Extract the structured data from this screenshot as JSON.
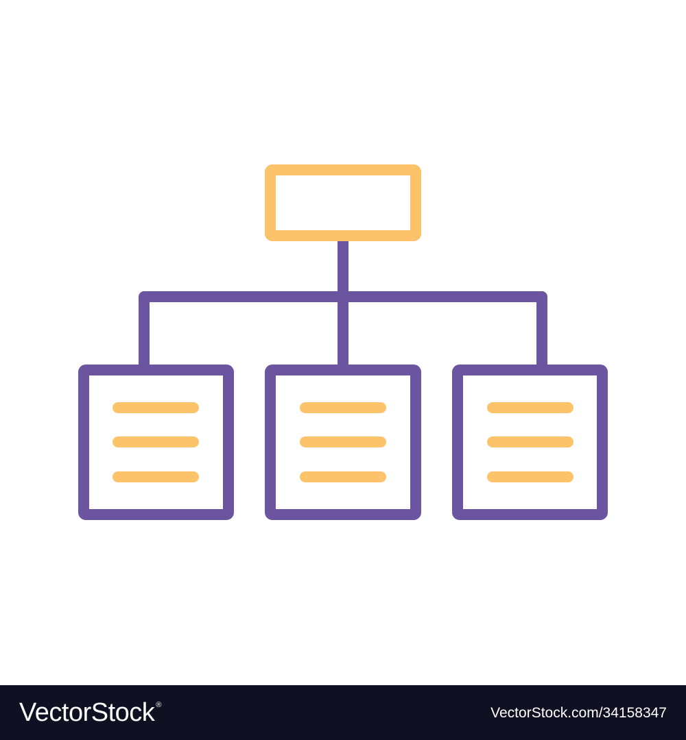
{
  "colors": {
    "background": "#ffffff",
    "primary": "#6b55a1",
    "accent": "#fcc36a",
    "footer_background": "#0f1123",
    "footer_text": "#ffffff"
  },
  "illustration": {
    "icon": "hierarchy-structure-icon",
    "root_node": {
      "icon": "rectangle-outline"
    },
    "child_nodes": [
      {
        "icon": "document-lines",
        "line_count": 3
      },
      {
        "icon": "document-lines",
        "line_count": 3
      },
      {
        "icon": "document-lines",
        "line_count": 3
      }
    ]
  },
  "footer": {
    "brand_name": "VectorStock",
    "brand_mark": "®",
    "image_ref": "VectorStock.com/34158347"
  }
}
